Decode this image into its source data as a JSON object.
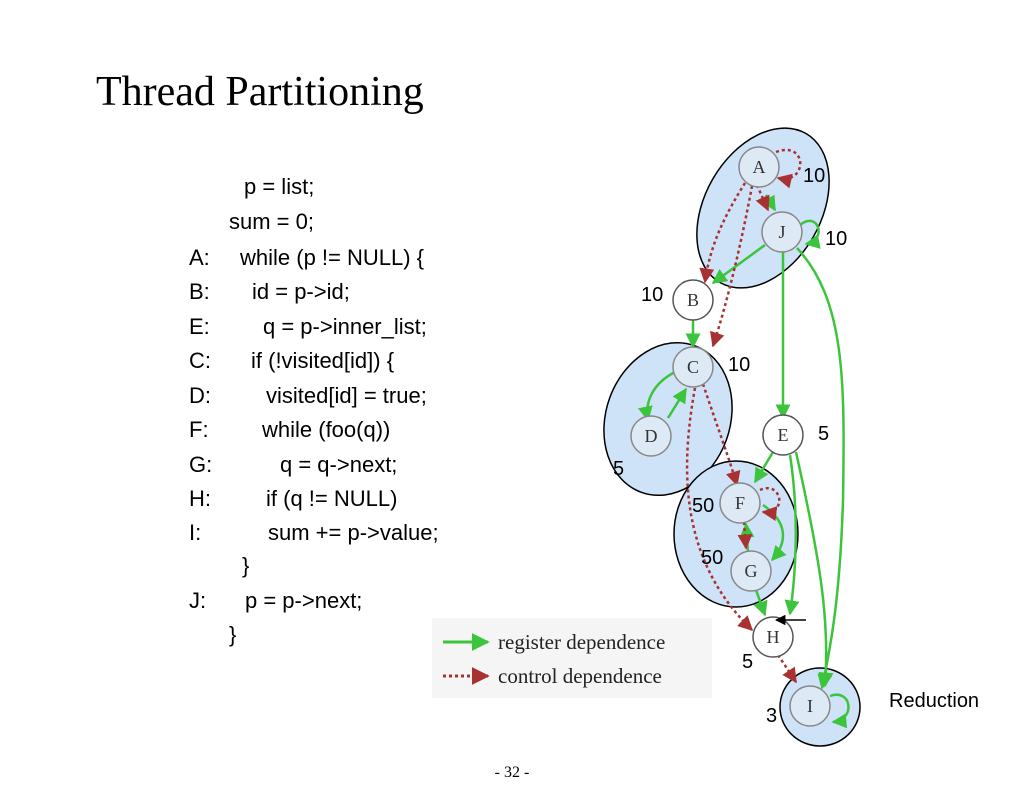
{
  "slide": {
    "title": "Thread Partitioning",
    "page_number": "- 32 -"
  },
  "code": [
    {
      "label": "",
      "text": "p = list;"
    },
    {
      "label": "",
      "text": "sum = 0;"
    },
    {
      "label": "A:",
      "text": "while (p != NULL) {"
    },
    {
      "label": "B:",
      "text": "id = p->id;"
    },
    {
      "label": "E:",
      "text": "q = p->inner_list;"
    },
    {
      "label": "C:",
      "text": "if (!visited[id]) {"
    },
    {
      "label": "D:",
      "text": "visited[id] = true;"
    },
    {
      "label": "F:",
      "text": "while (foo(q))"
    },
    {
      "label": "G:",
      "text": "q = q->next;"
    },
    {
      "label": "H:",
      "text": "if (q != NULL)"
    },
    {
      "label": "I:",
      "text": "sum += p->value;"
    },
    {
      "label": "",
      "text": "}"
    },
    {
      "label": "J:",
      "text": "p = p->next;"
    },
    {
      "label": "",
      "text": "}"
    }
  ],
  "graph": {
    "nodes": [
      {
        "id": "A",
        "weight": "10"
      },
      {
        "id": "J",
        "weight": "10"
      },
      {
        "id": "B",
        "weight": "10"
      },
      {
        "id": "C",
        "weight": "10"
      },
      {
        "id": "D",
        "weight": "5"
      },
      {
        "id": "E",
        "weight": "5"
      },
      {
        "id": "F",
        "weight": "50"
      },
      {
        "id": "G",
        "weight": "50"
      },
      {
        "id": "H",
        "weight": "5"
      },
      {
        "id": "I",
        "weight": "3"
      }
    ],
    "register_edges": [
      [
        "A",
        "J"
      ],
      [
        "J",
        "B"
      ],
      [
        "J",
        "E"
      ],
      [
        "J",
        "I"
      ],
      [
        "B",
        "C"
      ],
      [
        "C",
        "D"
      ],
      [
        "D",
        "C"
      ],
      [
        "E",
        "F"
      ],
      [
        "E",
        "H"
      ],
      [
        "E",
        "I"
      ],
      [
        "F",
        "G"
      ],
      [
        "G",
        "F"
      ],
      [
        "G",
        "H"
      ],
      [
        "J",
        "J"
      ],
      [
        "I",
        "I"
      ]
    ],
    "control_edges": [
      [
        "A",
        "B"
      ],
      [
        "A",
        "C"
      ],
      [
        "A",
        "J"
      ],
      [
        "J",
        "A"
      ],
      [
        "C",
        "F"
      ],
      [
        "C",
        "H"
      ],
      [
        "F",
        "G"
      ],
      [
        "H",
        "I"
      ],
      [
        "A",
        "A"
      ],
      [
        "F",
        "F"
      ]
    ],
    "annotation": "Reduction"
  },
  "legend": {
    "register": "register dependence",
    "control": "control dependence"
  },
  "colors": {
    "register": "#3cc43c",
    "control": "#a83232",
    "partition_fill": "#cfe3f8",
    "partition_stroke": "#000000"
  }
}
